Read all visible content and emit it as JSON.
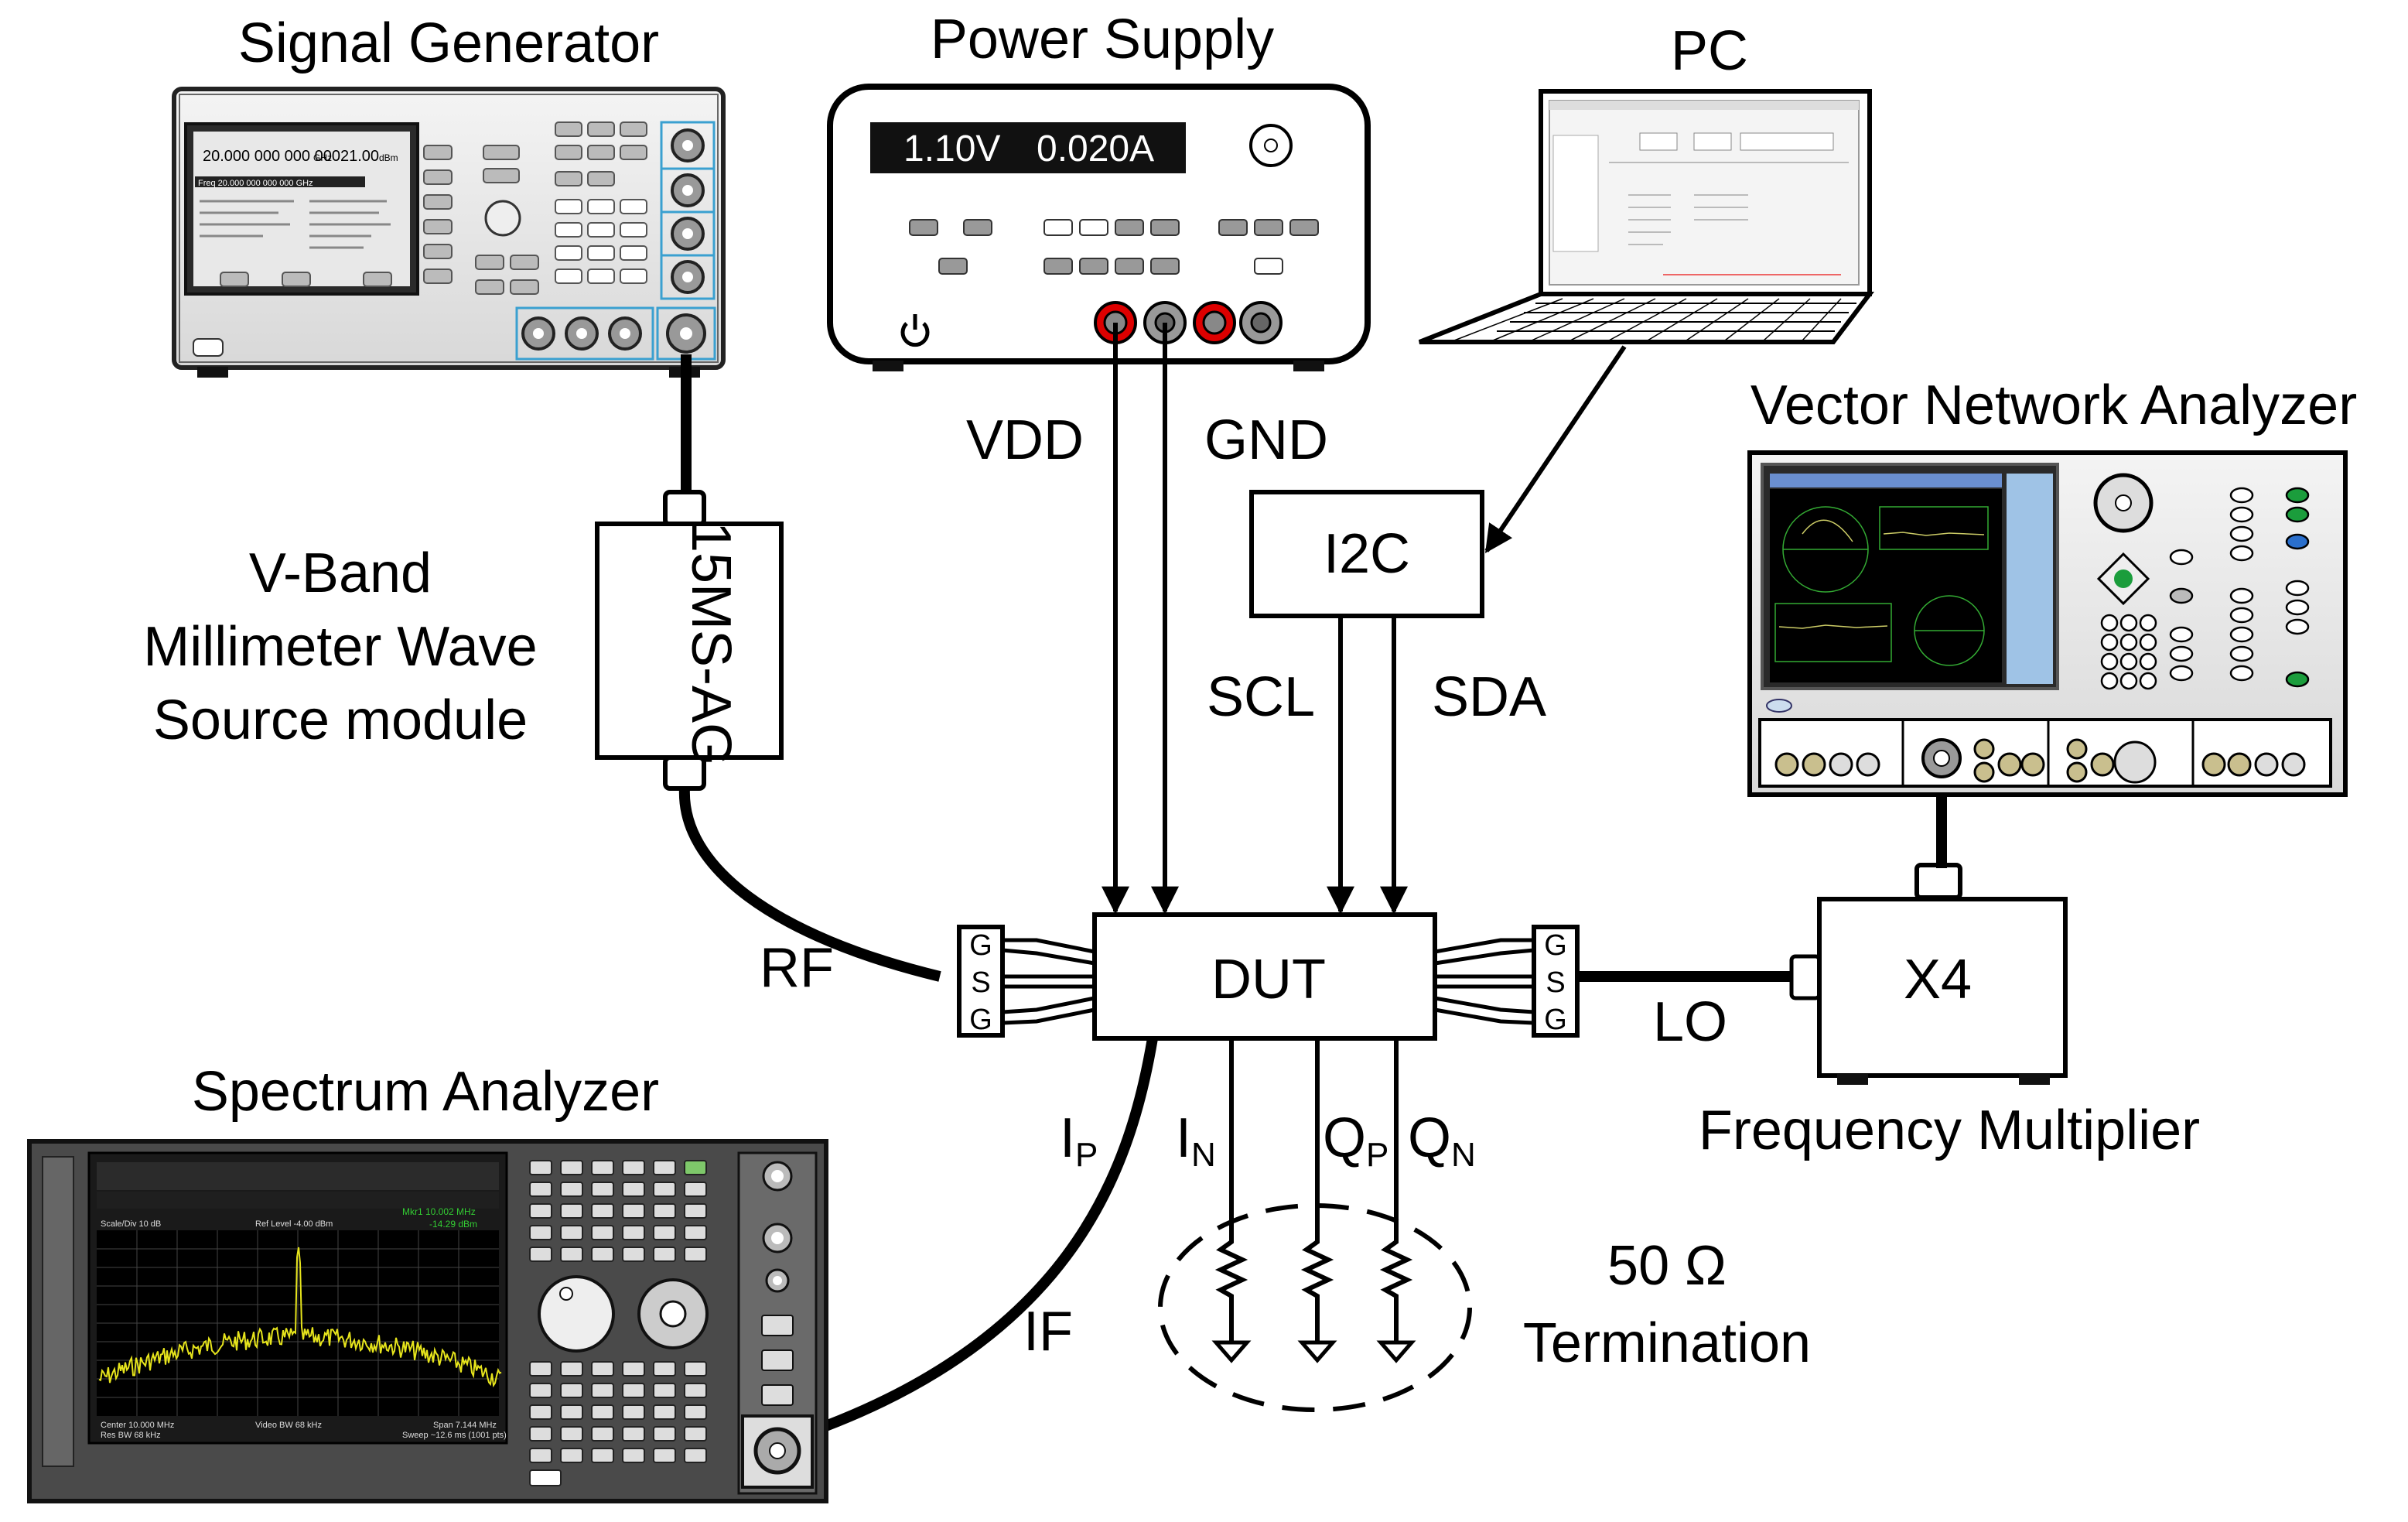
{
  "instruments": {
    "signal_generator": {
      "title": "Signal Generator",
      "freq_readout": "20.000 000 000 000",
      "freq_unit": "GHz",
      "amp_readout": "21.00",
      "amp_unit": "dBm",
      "line2": "Freq  20.000 000 000 000 GHz"
    },
    "power_supply": {
      "title": "Power Supply",
      "voltage": "1.10V",
      "current": "0.020A"
    },
    "pc": {
      "title": "PC"
    },
    "vna": {
      "title": "Vector Network Analyzer"
    },
    "spectrum_analyzer": {
      "title": "Spectrum Analyzer",
      "marker_label": "Mkr1  10.002 MHz",
      "marker_value": "-14.29 dBm",
      "ref_level": "Ref Level -4.00 dBm",
      "scale": "Scale/Div 10 dB",
      "center": "Center 10.000 MHz",
      "span": "Span 7.144 MHz",
      "res_bw": "Res BW 68 kHz",
      "video_bw": "Video BW 68 kHz",
      "sweep": "Sweep ~12.6 ms (1001 pts)"
    }
  },
  "blocks": {
    "source_module_label": "15MS-AG",
    "source_caption_1": "V-Band",
    "source_caption_2": "Millimeter Wave",
    "source_caption_3": "Source module",
    "i2c": "I2C",
    "dut": "DUT",
    "multiplier": "X4",
    "multiplier_caption": "Frequency Multiplier"
  },
  "signals": {
    "vdd": "VDD",
    "gnd": "GND",
    "scl": "SCL",
    "sda": "SDA",
    "rf": "RF",
    "lo": "LO",
    "if": "IF",
    "ip_main": "I",
    "ip_sub": "P",
    "in_main": "I",
    "in_sub": "N",
    "qp_main": "Q",
    "qp_sub": "P",
    "qn_main": "Q",
    "qn_sub": "N",
    "gsg_g": "G",
    "gsg_s": "S"
  },
  "termination": {
    "value": "50 Ω",
    "label": "Termination"
  }
}
